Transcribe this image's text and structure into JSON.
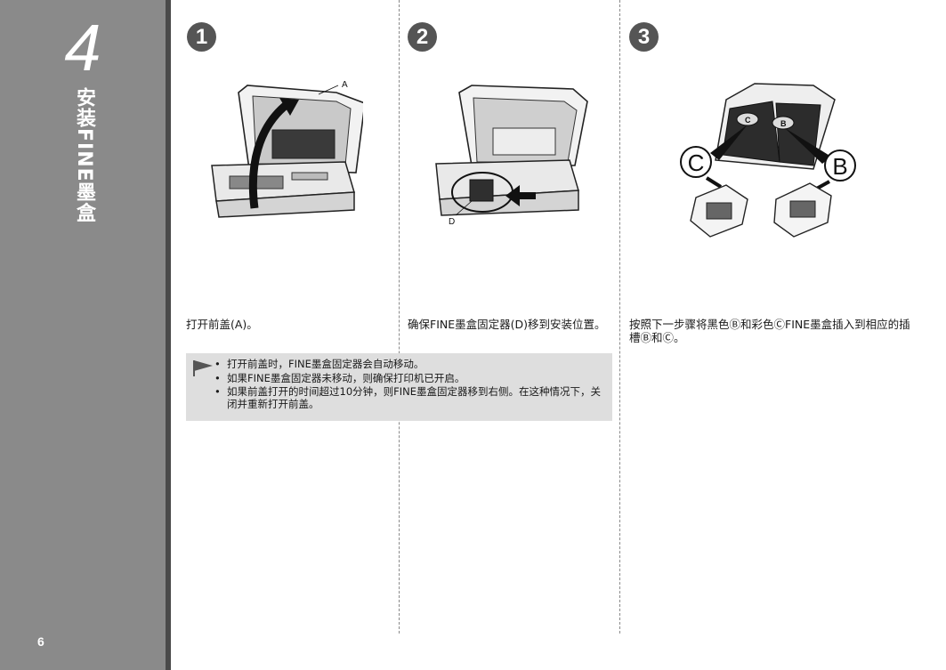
{
  "sidebar": {
    "step_number": "4",
    "title": "安装FINE墨盒",
    "page_number": "6"
  },
  "steps": [
    {
      "number": "1",
      "callouts": [
        "A"
      ],
      "caption": "打开前盖(A)。"
    },
    {
      "number": "2",
      "callouts": [
        "D"
      ],
      "caption": "确保FINE墨盒固定器(D)移到安装位置。"
    },
    {
      "number": "3",
      "callouts": [
        "C",
        "B"
      ],
      "caption": "按照下一步骤将黑色Ⓑ和彩色ⒸFINE墨盒插入到相应的插槽Ⓑ和Ⓒ。"
    }
  ],
  "note": {
    "bullet": "•",
    "items": [
      "打开前盖时，FINE墨盒固定器会自动移动。",
      "如果FINE墨盒固定器未移动，则确保打印机已开启。",
      "如果前盖打开的时间超过10分钟，则FINE墨盒固定器移到右侧。在这种情况下，关闭并重新打开前盖。"
    ]
  },
  "colors": {
    "sidebar": "#8a8a8a",
    "sidebar_edge": "#4a4a4a",
    "note_background": "#dedede",
    "step_circle": "#555555"
  }
}
